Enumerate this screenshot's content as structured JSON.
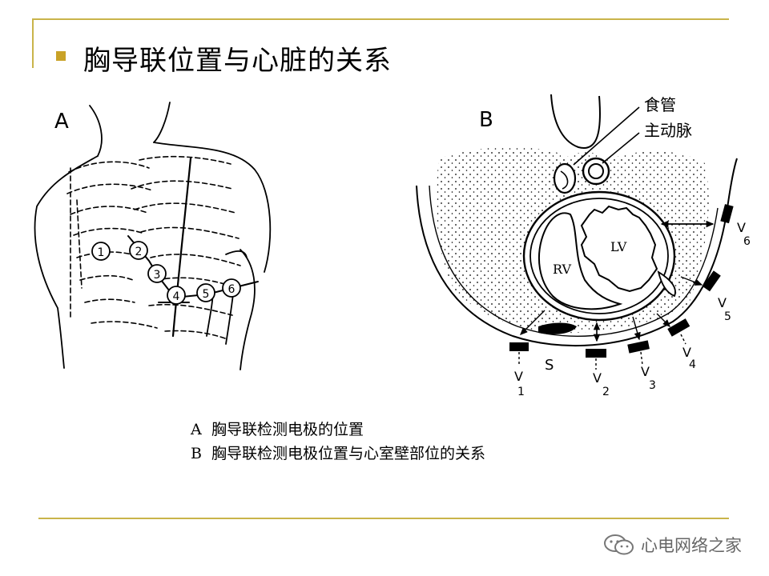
{
  "slide": {
    "title": "胸导联位置与心脏的关系"
  },
  "figure": {
    "panel_a_label": "A",
    "panel_b_label": "B",
    "electrode_numbers": [
      "1",
      "2",
      "3",
      "4",
      "5",
      "6"
    ],
    "structures": {
      "esophagus": "食管",
      "aorta": "主动脉",
      "left_ventricle": "LV",
      "right_ventricle": "RV",
      "sternum": "S"
    },
    "leads": [
      {
        "letter": "V",
        "sub": "1"
      },
      {
        "letter": "V",
        "sub": "2"
      },
      {
        "letter": "V",
        "sub": "3"
      },
      {
        "letter": "V",
        "sub": "4"
      },
      {
        "letter": "V",
        "sub": "5"
      },
      {
        "letter": "V",
        "sub": "6"
      }
    ]
  },
  "captions": {
    "a_key": "A",
    "a_text": "胸导联检测电极的位置",
    "b_key": "B",
    "b_text": "胸导联检测电极位置与心室壁部位的关系"
  },
  "watermark": {
    "text": "心电网络之家",
    "icon": "wechat-icon"
  }
}
